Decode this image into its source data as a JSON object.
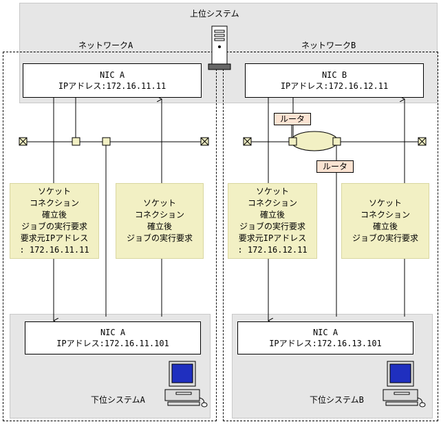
{
  "upper_system": {
    "title": "上位システム"
  },
  "network_a": {
    "label": "ネットワークA"
  },
  "network_b": {
    "label": "ネットワークB"
  },
  "upper_nic_a": {
    "name": "NIC A",
    "ip": "IPアドレス:172.16.11.11"
  },
  "upper_nic_b": {
    "name": "NIC B",
    "ip": "IPアドレス:172.16.12.11"
  },
  "router_top": {
    "label": "ルータ"
  },
  "router_bottom": {
    "label": "ルータ"
  },
  "note_a_left": {
    "lines": [
      "ソケット",
      "コネクション",
      "確立後",
      "ジョブの実行要求",
      "要求元IPアドレス",
      ": 172.16.11.11"
    ]
  },
  "note_a_right": {
    "lines": [
      "ソケット",
      "コネクション",
      "確立後",
      "ジョブの実行要求"
    ]
  },
  "note_b_left": {
    "lines": [
      "ソケット",
      "コネクション",
      "確立後",
      "ジョブの実行要求",
      "要求元IPアドレス",
      ": 172.16.12.11"
    ]
  },
  "note_b_right": {
    "lines": [
      "ソケット",
      "コネクション",
      "確立後",
      "ジョブの実行要求"
    ]
  },
  "lower_nic_a": {
    "name": "NIC A",
    "ip": "IPアドレス:172.16.11.101"
  },
  "lower_nic_b": {
    "name": "NIC A",
    "ip": "IPアドレス:172.16.13.101"
  },
  "lower_system_a": {
    "title": "下位システムA"
  },
  "lower_system_b": {
    "title": "下位システムB"
  },
  "icons": {
    "server": "server-tower-icon",
    "pc": "desktop-computer-icon"
  }
}
